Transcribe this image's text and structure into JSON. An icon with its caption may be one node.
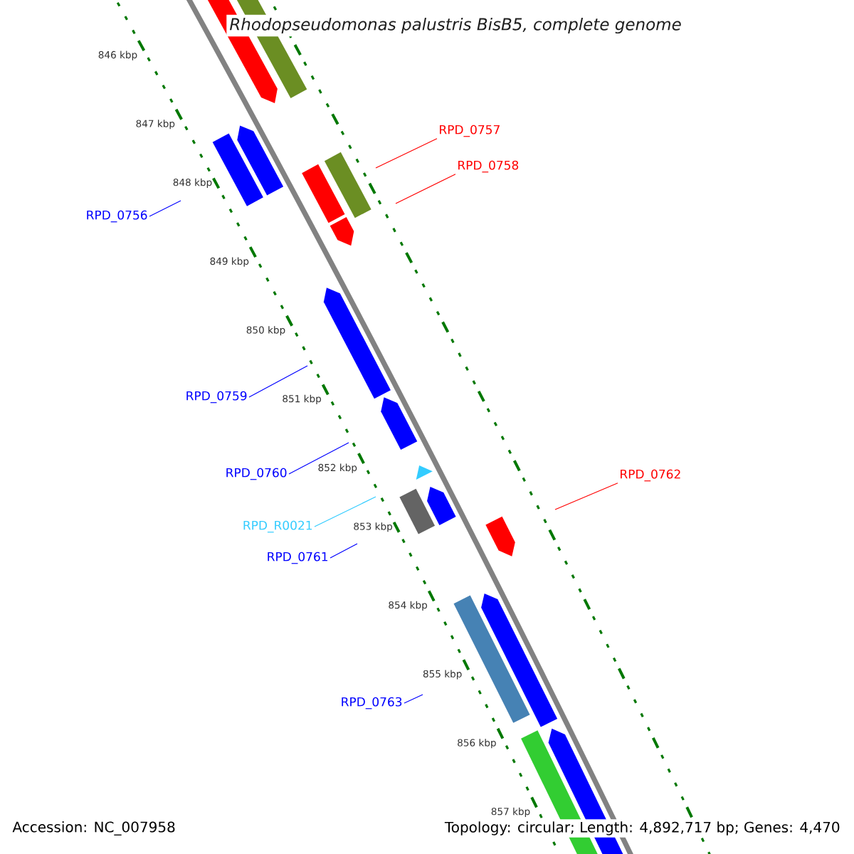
{
  "diagram": {
    "title": "Rhodopseudomonas palustris BisB5, complete genome",
    "nodes": [
      {
        "text": [
          "RPD_0757"
        ]
      },
      {
        "text": [
          "RPD_0758"
        ]
      },
      {
        "text": [
          "RPD_0756"
        ]
      },
      {
        "text": [
          "RPD_0759"
        ]
      },
      {
        "text": [
          "RPD_0760"
        ]
      },
      {
        "text": [
          "RPD_0762"
        ]
      },
      {
        "text": [
          "RPD_R0021"
        ]
      },
      {
        "text": [
          "RPD_0761"
        ]
      },
      {
        "text": [
          "RPD_0763"
        ]
      }
    ],
    "edges": [
      {
        "from": 0,
        "to": null,
        "arrow": "none",
        "color": "#ff0000"
      },
      {
        "from": 1,
        "to": null,
        "arrow": "none",
        "color": "#ff0000"
      },
      {
        "from": 2,
        "to": null,
        "arrow": "none"
      },
      {
        "from": 3,
        "to": null,
        "arrow": "none"
      },
      {
        "from": 4,
        "to": null,
        "arrow": "none"
      },
      {
        "from": 5,
        "to": null,
        "arrow": "none",
        "color": "#ff0000"
      },
      {
        "from": 6,
        "to": null,
        "arrow": "none",
        "color": "#33ccff"
      },
      {
        "from": 7,
        "to": null,
        "arrow": "none"
      },
      {
        "from": 8,
        "to": null,
        "arrow": "none"
      }
    ],
    "labels": [
      "846 kbp",
      "847 kbp",
      "848 kbp",
      "849 kbp",
      "850 kbp",
      "851 kbp",
      "852 kbp",
      "853 kbp",
      "854 kbp",
      "855 kbp",
      "856 kbp",
      "857 kbp",
      "Accession: NC_007958",
      "Topology: circular; Length: 4,892,717 bp; Genes: 4,470"
    ]
  }
}
